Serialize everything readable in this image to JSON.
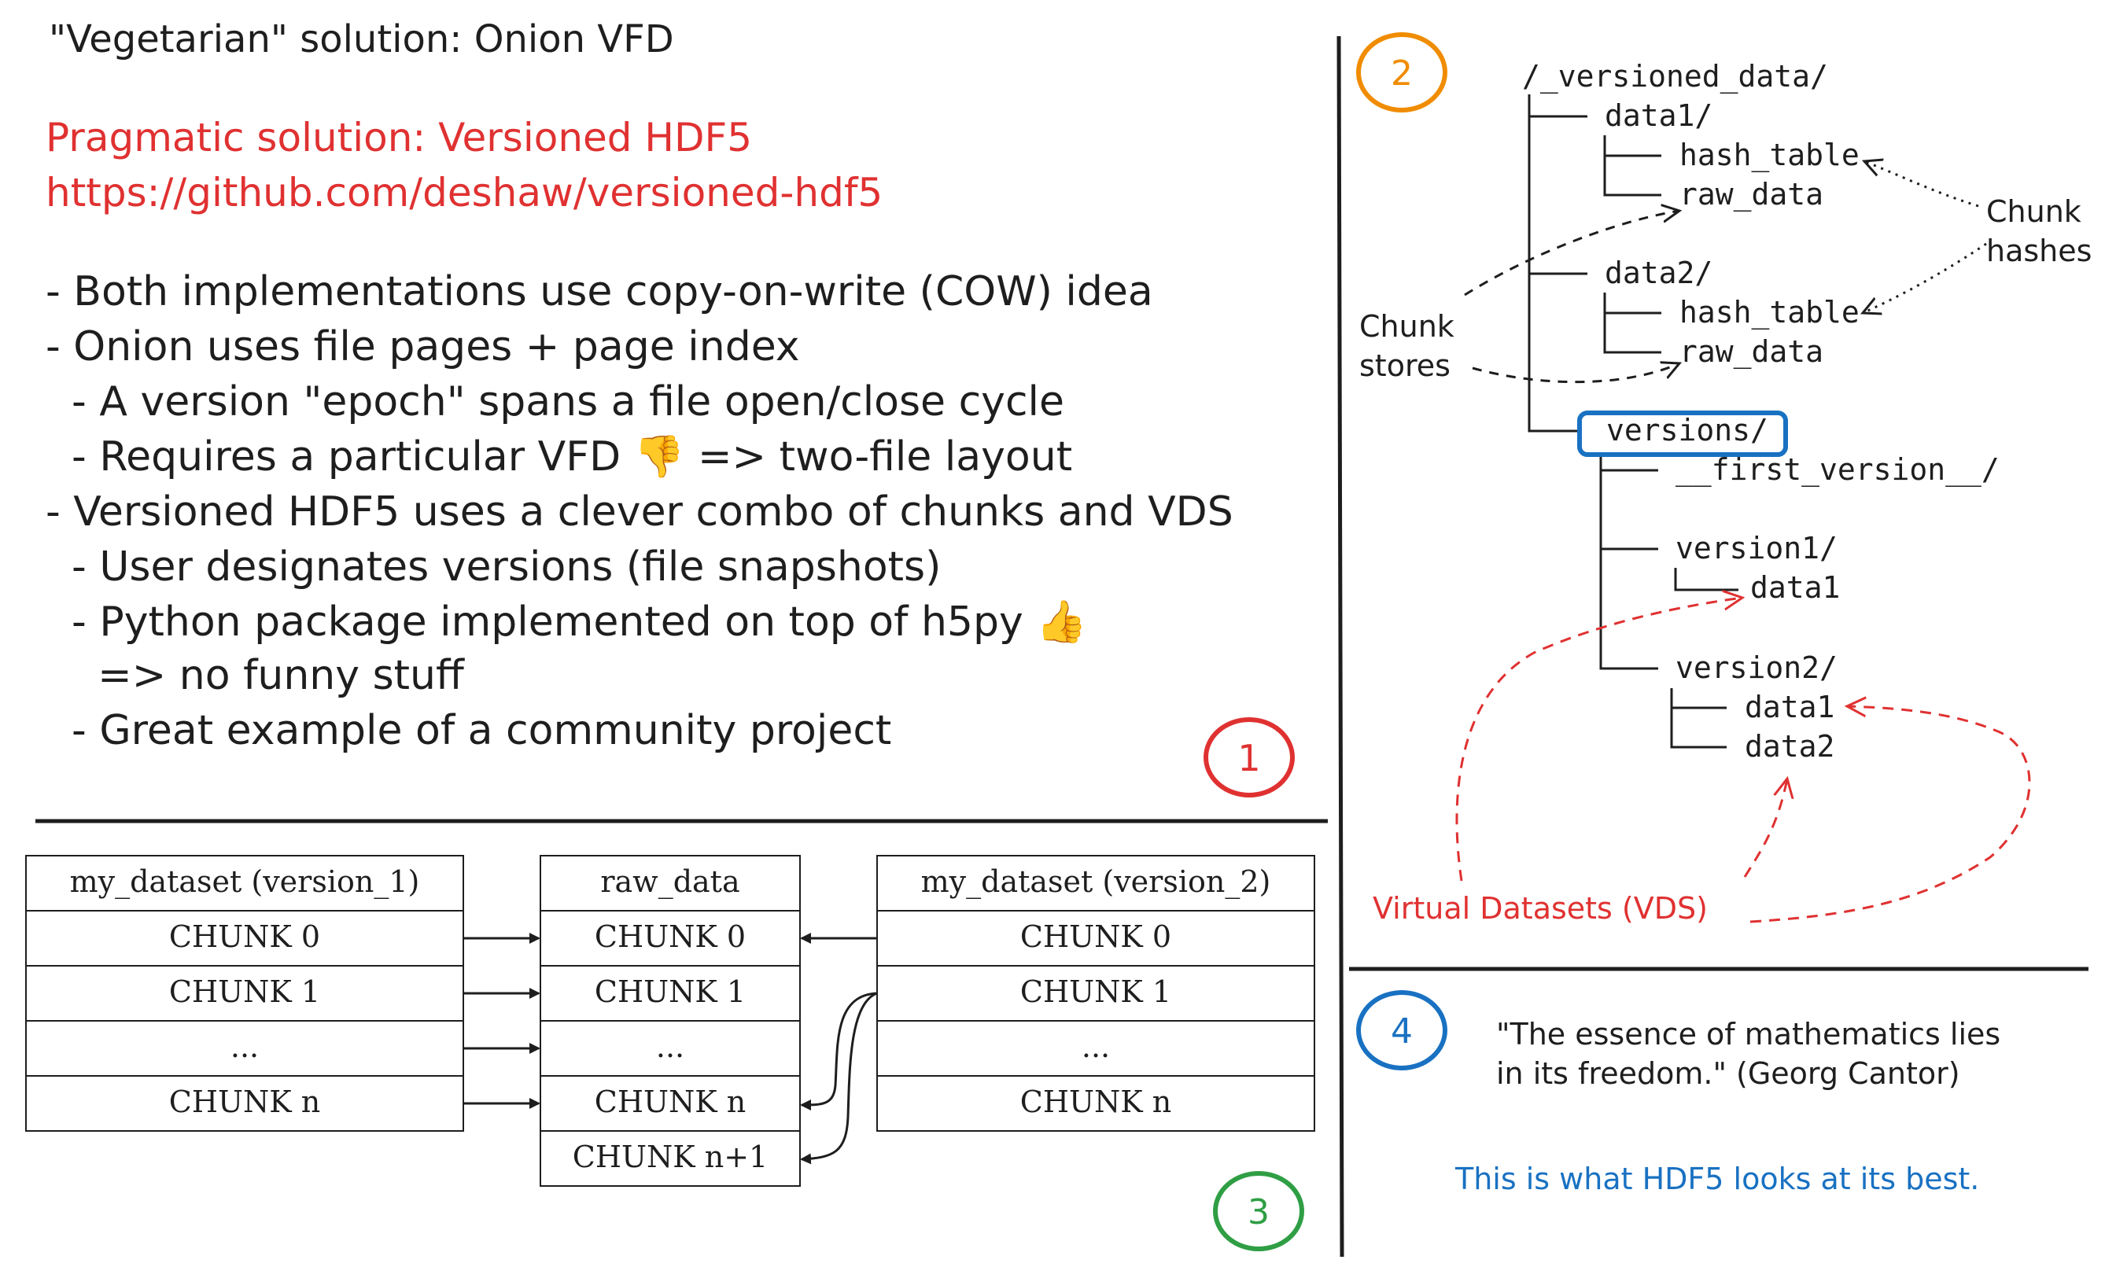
{
  "section1": {
    "title": "\"Vegetarian\" solution: Onion VFD",
    "pragmatic_heading": "Pragmatic solution: Versioned HDF5",
    "pragmatic_url": "https://github.com/deshaw/versioned-hdf5",
    "bullets": [
      "- Both implementations use copy-on-write (COW) idea",
      "- Onion uses file pages + page index",
      "  - A version \"epoch\" spans a file open/close cycle",
      "  - Requires a particular VFD 👎 => two-file layout",
      "- Versioned HDF5 uses a clever combo of chunks and VDS",
      "  - User designates versions (file snapshots)",
      "  - Python package implemented on top of h5py 👍",
      "    => no funny stuff",
      "  - Great example of a community project"
    ],
    "badge": "1"
  },
  "section2": {
    "badge": "2",
    "tree": {
      "root": "/_versioned_data/",
      "data1": "data1/",
      "hash_table_1": "hash_table",
      "raw_data_1": "raw_data",
      "data2": "data2/",
      "hash_table_2": "hash_table",
      "raw_data_2": "raw_data",
      "versions": "versions/",
      "first_version": "__first_version__/",
      "version1": "version1/",
      "v1_data1": "data1",
      "version2": "version2/",
      "v2_data1": "data1",
      "v2_data2": "data2"
    },
    "chunk_hashes": [
      "Chunk",
      "hashes"
    ],
    "chunk_stores": [
      "Chunk",
      "stores"
    ],
    "vds_label": "Virtual Datasets (VDS)"
  },
  "section3": {
    "badge": "3",
    "left_table": {
      "header": "my_dataset (version_1)",
      "rows": [
        "CHUNK 0",
        "CHUNK 1",
        "...",
        "CHUNK n"
      ]
    },
    "middle_table": {
      "header": "raw_data",
      "rows": [
        "CHUNK 0",
        "CHUNK 1",
        "...",
        "CHUNK n",
        "CHUNK n+1"
      ]
    },
    "right_table": {
      "header": "my_dataset (version_2)",
      "rows": [
        "CHUNK 0",
        "CHUNK 1",
        "...",
        "CHUNK n"
      ]
    }
  },
  "section4": {
    "badge": "4",
    "quote_line1": "\"The essence of mathematics lies",
    "quote_line2": "in its freedom.\" (Georg Cantor)",
    "tagline": "This is what HDF5 looks at its best."
  },
  "colors": {
    "ink": "#1e1e1e",
    "red": "#e03131",
    "orange": "#f08c00",
    "green": "#2f9e44",
    "blue": "#1971c2"
  }
}
